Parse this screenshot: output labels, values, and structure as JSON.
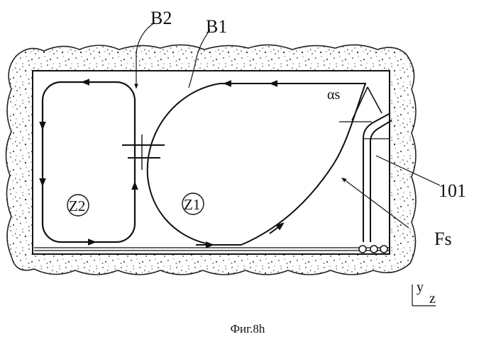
{
  "figure": {
    "labels": {
      "b2": "B2",
      "b1": "B1",
      "alpha": "αs",
      "z2": "Z2",
      "z1": "Z1",
      "ref101": "101",
      "fs": "Fs",
      "axis_y": "y",
      "axis_z": "z"
    },
    "caption": "Фиг.8h"
  }
}
